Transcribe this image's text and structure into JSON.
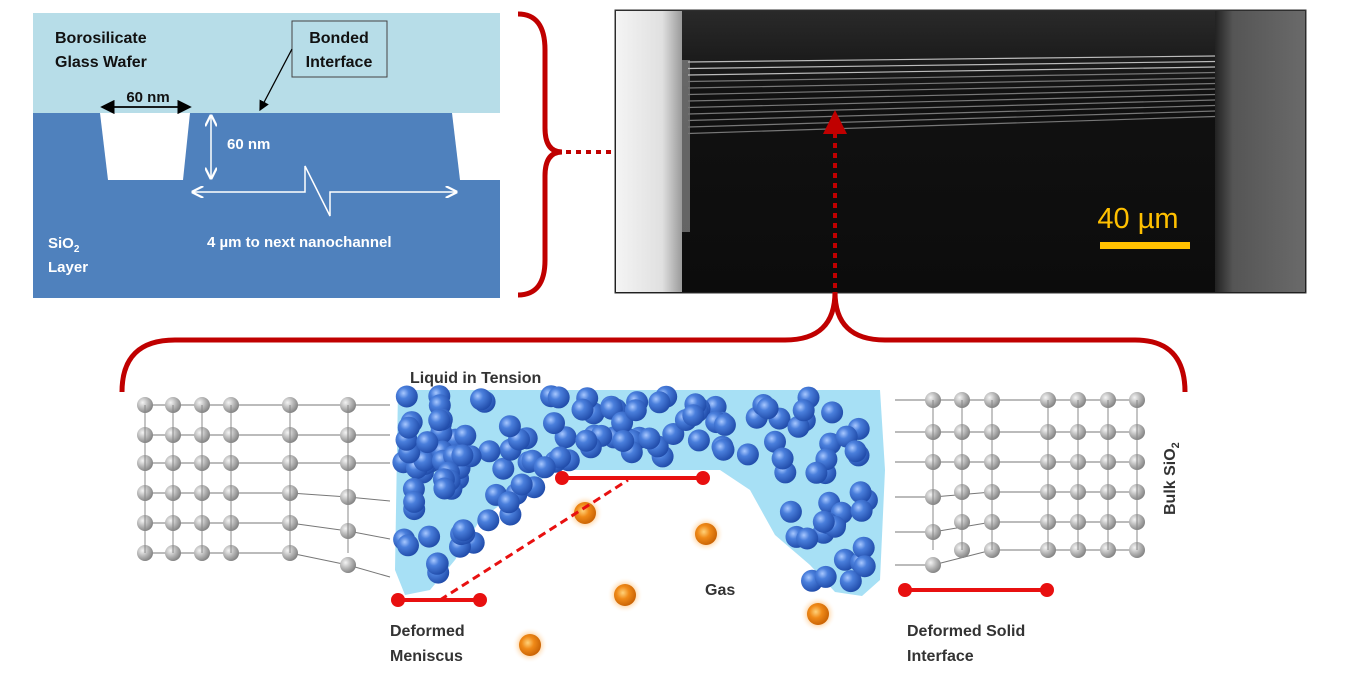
{
  "cross_section": {
    "glass_label_1": "Borosilicate",
    "glass_label_2": "Glass Wafer",
    "bonded_label_1": "Bonded",
    "bonded_label_2": "Interface",
    "width_label": "60 nm",
    "depth_label": "60 nm",
    "spacing_label": "4 µm to next nanochannel",
    "sio2_label": "SiO",
    "sio2_sub": "2",
    "layer_label": "Layer"
  },
  "micrograph": {
    "scale_bar_label": "40 µm"
  },
  "molecular": {
    "liquid_label": "Liquid in Tension",
    "gas_label": "Gas",
    "meniscus_label_1": "Deformed",
    "meniscus_label_2": "Meniscus",
    "solid_label_1": "Deformed Solid",
    "solid_label_2": "Interface",
    "bulk_label": "Bulk SiO",
    "bulk_sub": "2"
  },
  "colors": {
    "glass": "#b7dde8",
    "sio2": "#4f81bd",
    "bracket": "#c00000",
    "scale_bar": "#ffc000",
    "red_marker": "#e81010",
    "liquid_halo": "#7fd3f0",
    "molecule": "#3a6fd0",
    "gas_molecule": "#e87a10",
    "atom": "#b0b0b0"
  }
}
